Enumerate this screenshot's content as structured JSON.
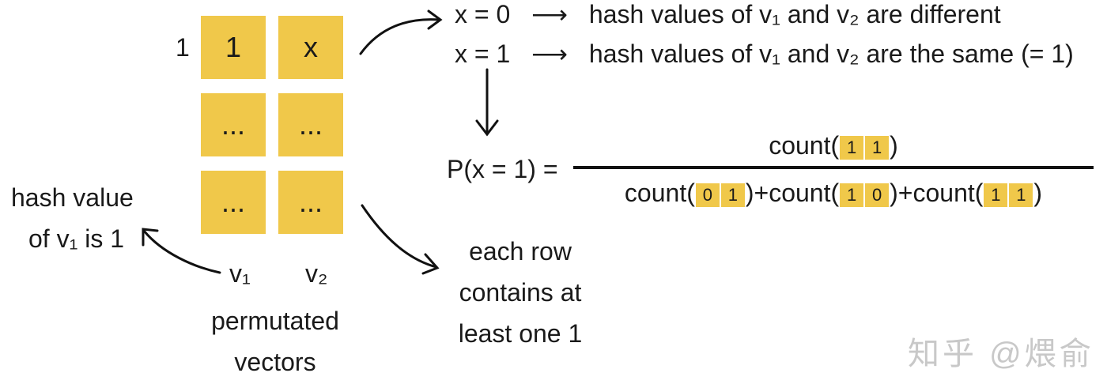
{
  "matrix": {
    "row_label": "1",
    "cells": [
      [
        "1",
        "x"
      ],
      [
        "...",
        "..."
      ],
      [
        "...",
        "..."
      ]
    ],
    "column_labels": [
      "v₁",
      "v₂"
    ],
    "caption_line1": "permutated",
    "caption_line2": "vectors"
  },
  "left_note": {
    "line1": "hash value",
    "line2": "of v₁ is 1"
  },
  "bottom_note": {
    "line1": "each row",
    "line2": "contains at",
    "line3": "least one 1"
  },
  "cases": [
    {
      "condition": "x = 0",
      "arrow": "⟶",
      "text": "hash values of v₁ and v₂ are different"
    },
    {
      "condition": "x = 1",
      "arrow": "⟶",
      "text": "hash values of v₁ and v₂ are the same (= 1)"
    }
  ],
  "formula": {
    "lhs": "P(x = 1) =",
    "count": "count(",
    "close": ")",
    "plus": "+",
    "numerator": [
      [
        "1",
        "1"
      ]
    ],
    "denominator": [
      [
        "0",
        "1"
      ],
      [
        "1",
        "0"
      ],
      [
        "1",
        "1"
      ]
    ]
  },
  "watermark": "知乎 @煨俞",
  "colors": {
    "cell": "#f0c84a",
    "text": "#1a1a1a"
  }
}
